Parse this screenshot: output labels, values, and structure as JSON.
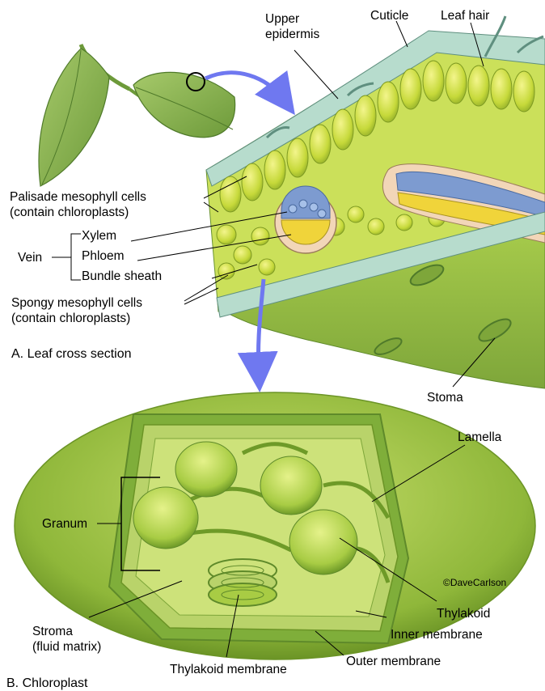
{
  "leaf_section": {
    "caption": "A. Leaf cross section",
    "labels": {
      "upper_epidermis": "Upper\nepidermis",
      "cuticle": "Cuticle",
      "leaf_hair": "Leaf hair",
      "palisade": "Palisade mesophyll cells\n(contain chloroplasts)",
      "vein": "Vein",
      "xylem": "Xylem",
      "phloem": "Phloem",
      "bundle_sheath": "Bundle sheath",
      "spongy": "Spongy mesophyll cells\n(contain chloroplasts)",
      "stoma": "Stoma"
    }
  },
  "chloroplast_section": {
    "caption": "B. Chloroplast",
    "labels": {
      "lamella": "Lamella",
      "granum": "Granum",
      "thylakoid": "Thylakoid",
      "inner_membrane": "Inner membrane",
      "outer_membrane": "Outer membrane",
      "thylakoid_membrane": "Thylakoid membrane",
      "stroma": "Stroma\n(fluid matrix)"
    }
  },
  "credit": "©DaveCarlson",
  "colors": {
    "leaf_green": "#7fae3a",
    "cell_yellow_green": "#c8dc3c",
    "epidermis_teal": "#9fcfc0",
    "xylem_blue": "#6f8fc8",
    "phloem_yellow": "#f0d43a",
    "arrow_blue": "#6f78f0",
    "chloroplast_green": "#9cc43e"
  }
}
